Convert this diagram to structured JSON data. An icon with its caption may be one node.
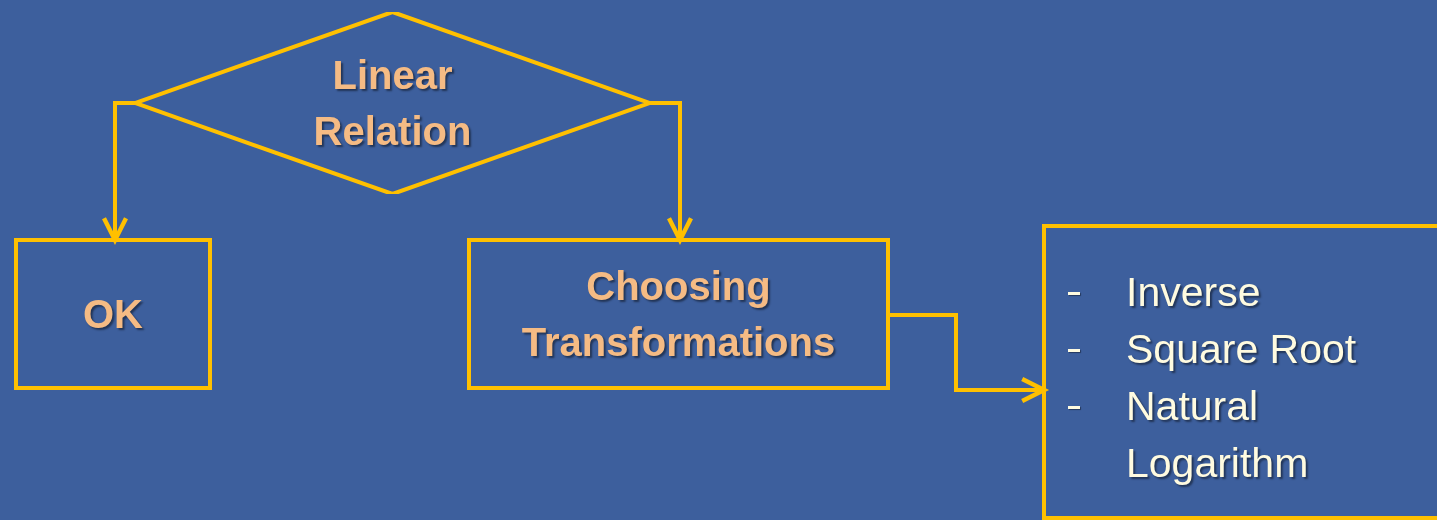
{
  "diagram": {
    "nodes": [
      {
        "text": [
          "Linear Relation"
        ]
      },
      {
        "text": [
          "OK"
        ]
      },
      {
        "text": [
          "Choosing Transformations"
        ]
      },
      {
        "text": [
          "Inverse",
          "Square Root",
          "Natural Logarithm"
        ]
      }
    ],
    "edges": [
      {
        "from": 0,
        "to": 1,
        "arrow": "to"
      },
      {
        "from": 0,
        "to": 2,
        "arrow": "to"
      },
      {
        "from": 2,
        "to": 3,
        "arrow": "to"
      }
    ]
  }
}
